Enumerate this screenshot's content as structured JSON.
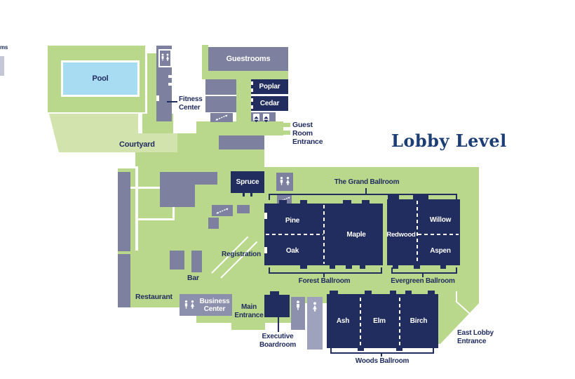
{
  "title": "Lobby Level",
  "edge_fragment": "ms",
  "colors": {
    "navy": "#212c5f",
    "title_navy": "#1d3d75",
    "green": "#b9d88b",
    "pale_green": "#d2e3ad",
    "pool_blue": "#a8dcf2",
    "slate": "#7d809f",
    "slate_mid": "#8d90ac",
    "slate_light": "#9fa2bd",
    "white": "#ffffff"
  },
  "rooms": {
    "pool": "Pool",
    "guestrooms": "Guestrooms",
    "poplar": "Poplar",
    "cedar": "Cedar",
    "spruce": "Spruce",
    "pine": "Pine",
    "oak": "Oak",
    "maple": "Maple",
    "redwood": "Redwood",
    "willow": "Willow",
    "aspen": "Aspen",
    "ash": "Ash",
    "elm": "Elm",
    "birch": "Birch",
    "bar": "Bar",
    "restaurant": "Restaurant",
    "courtyard": "Courtyard",
    "registration": "Registration",
    "business_center": "Business Center",
    "executive_boardroom": "Executive Boardroom"
  },
  "labels": {
    "fitness_center": "Fitness Center",
    "guest_room_entrance": "Guest Room Entrance",
    "main_entrance": "Main Entrance",
    "east_lobby_entrance": "East Lobby Entrance",
    "grand_ballroom": "The Grand Ballroom",
    "forest_ballroom": "Forest Ballroom",
    "evergreen_ballroom": "Evergreen Ballroom",
    "woods_ballroom": "Woods Ballroom"
  },
  "icons": {
    "restroom": "restroom-icon",
    "elevator": "elevator-icon",
    "escalator": "escalator-icon"
  }
}
